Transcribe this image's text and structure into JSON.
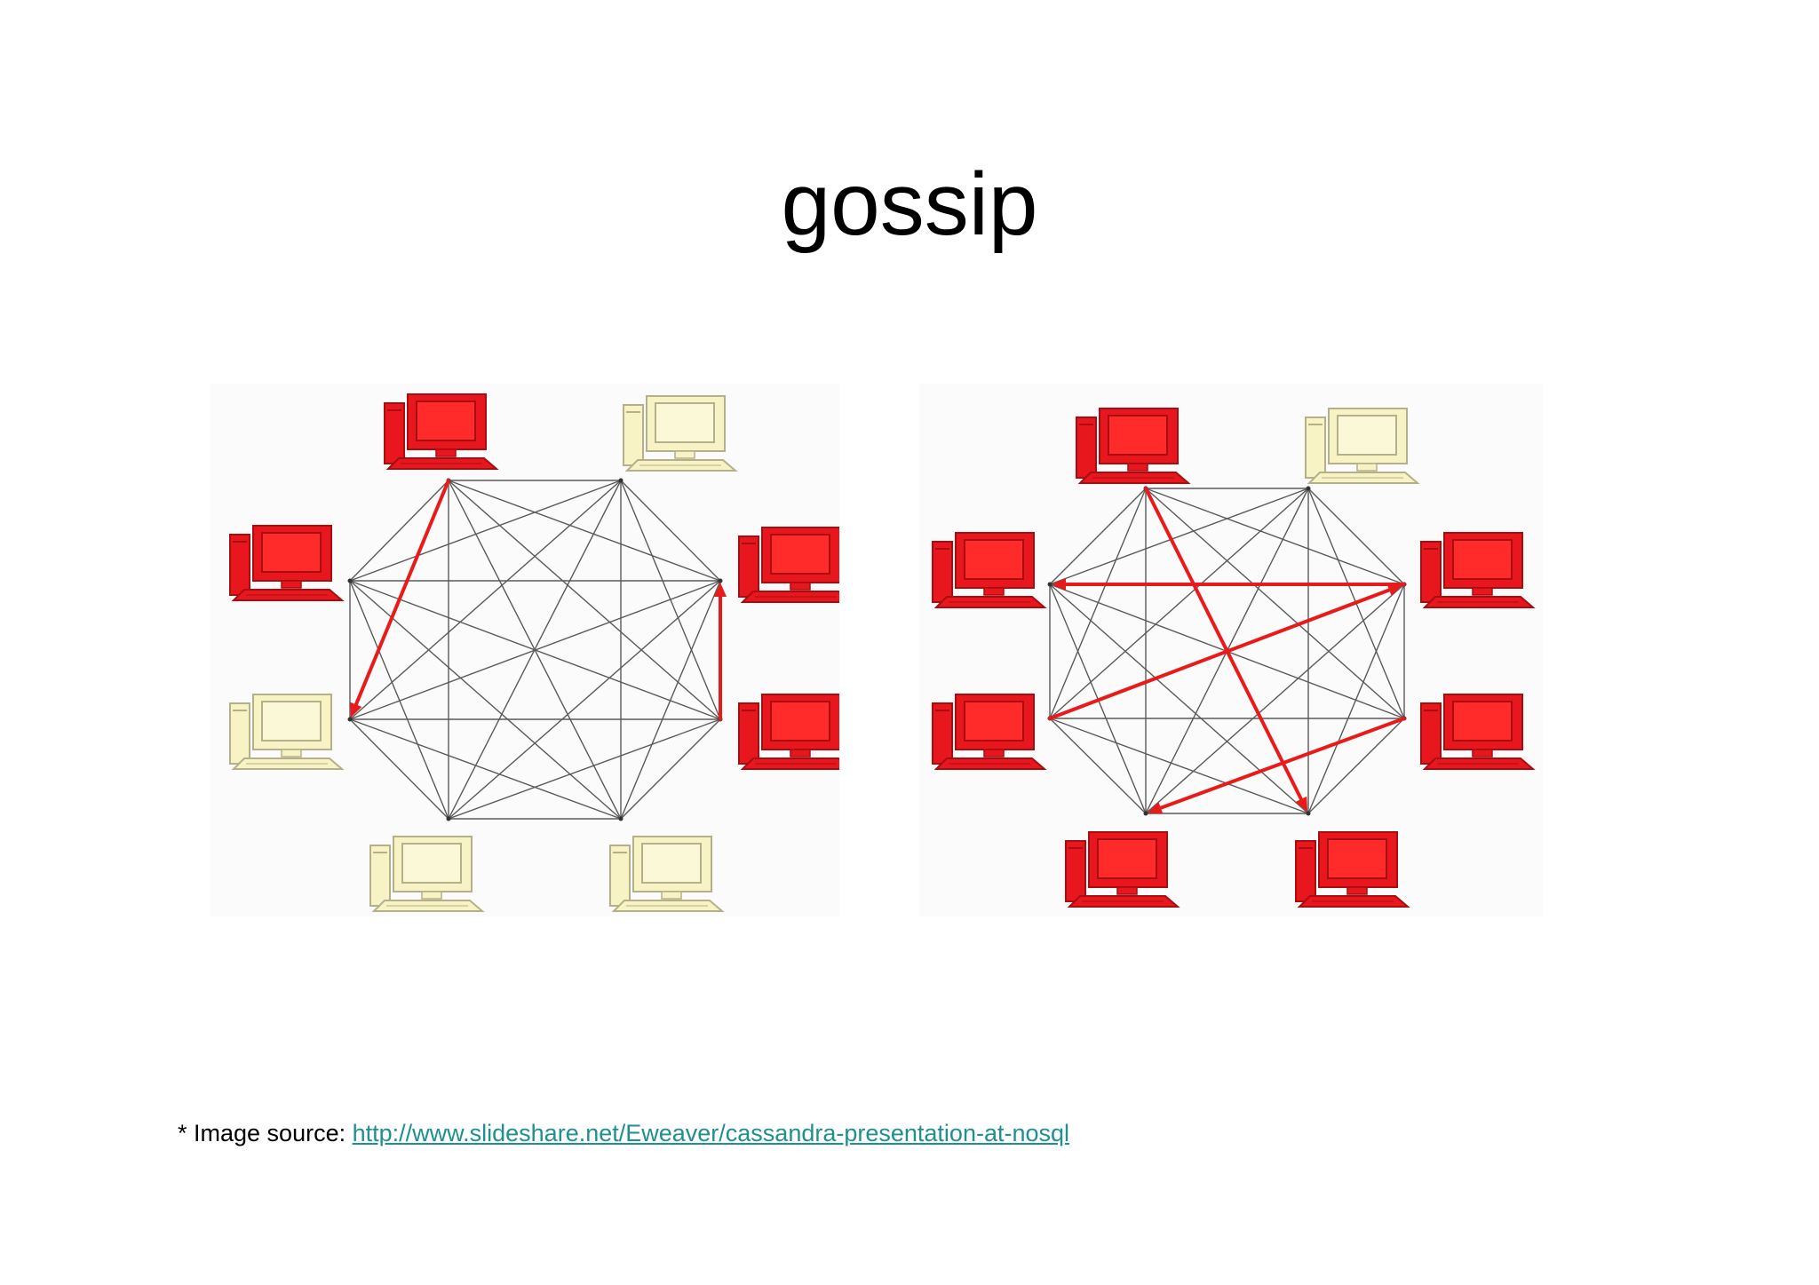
{
  "slide": {
    "title": "gossip",
    "source_prefix": "* Image source: ",
    "source_url": "http://www.slideshare.net/Eweaver/cassandra-presentation-at-nosql"
  },
  "colors": {
    "node_active": "#e8161d",
    "node_inactive": "#f7f3c4",
    "edge": "#5a5a5a",
    "gossip_arrow": "#e81a1a",
    "link": "#1f8f8f"
  },
  "icons": {
    "node": "desktop-computer-icon"
  },
  "diagrams": [
    {
      "name": "left",
      "nodes": [
        {
          "id": "top-left",
          "state": "active"
        },
        {
          "id": "top-right",
          "state": "inactive"
        },
        {
          "id": "right-upper",
          "state": "active"
        },
        {
          "id": "right-lower",
          "state": "active"
        },
        {
          "id": "bottom-right",
          "state": "inactive"
        },
        {
          "id": "bottom-left",
          "state": "inactive"
        },
        {
          "id": "left-lower",
          "state": "active"
        },
        {
          "id": "left-upper",
          "state": "inactive"
        }
      ],
      "gossip": [
        {
          "from": "top-left",
          "to": "left-lower"
        },
        {
          "from": "right-lower",
          "to": "right-upper"
        }
      ]
    },
    {
      "name": "right",
      "nodes": [
        {
          "id": "top-left",
          "state": "active"
        },
        {
          "id": "top-right",
          "state": "inactive"
        },
        {
          "id": "right-upper",
          "state": "active"
        },
        {
          "id": "right-lower",
          "state": "active"
        },
        {
          "id": "bottom-right",
          "state": "active"
        },
        {
          "id": "bottom-left",
          "state": "active"
        },
        {
          "id": "left-lower",
          "state": "active"
        },
        {
          "id": "left-upper",
          "state": "active"
        }
      ],
      "gossip": [
        {
          "from": "right-upper",
          "to": "left-upper"
        },
        {
          "from": "top-left",
          "to": "bottom-right"
        },
        {
          "from": "left-lower",
          "to": "right-upper"
        },
        {
          "from": "right-lower",
          "to": "bottom-left"
        }
      ]
    }
  ]
}
